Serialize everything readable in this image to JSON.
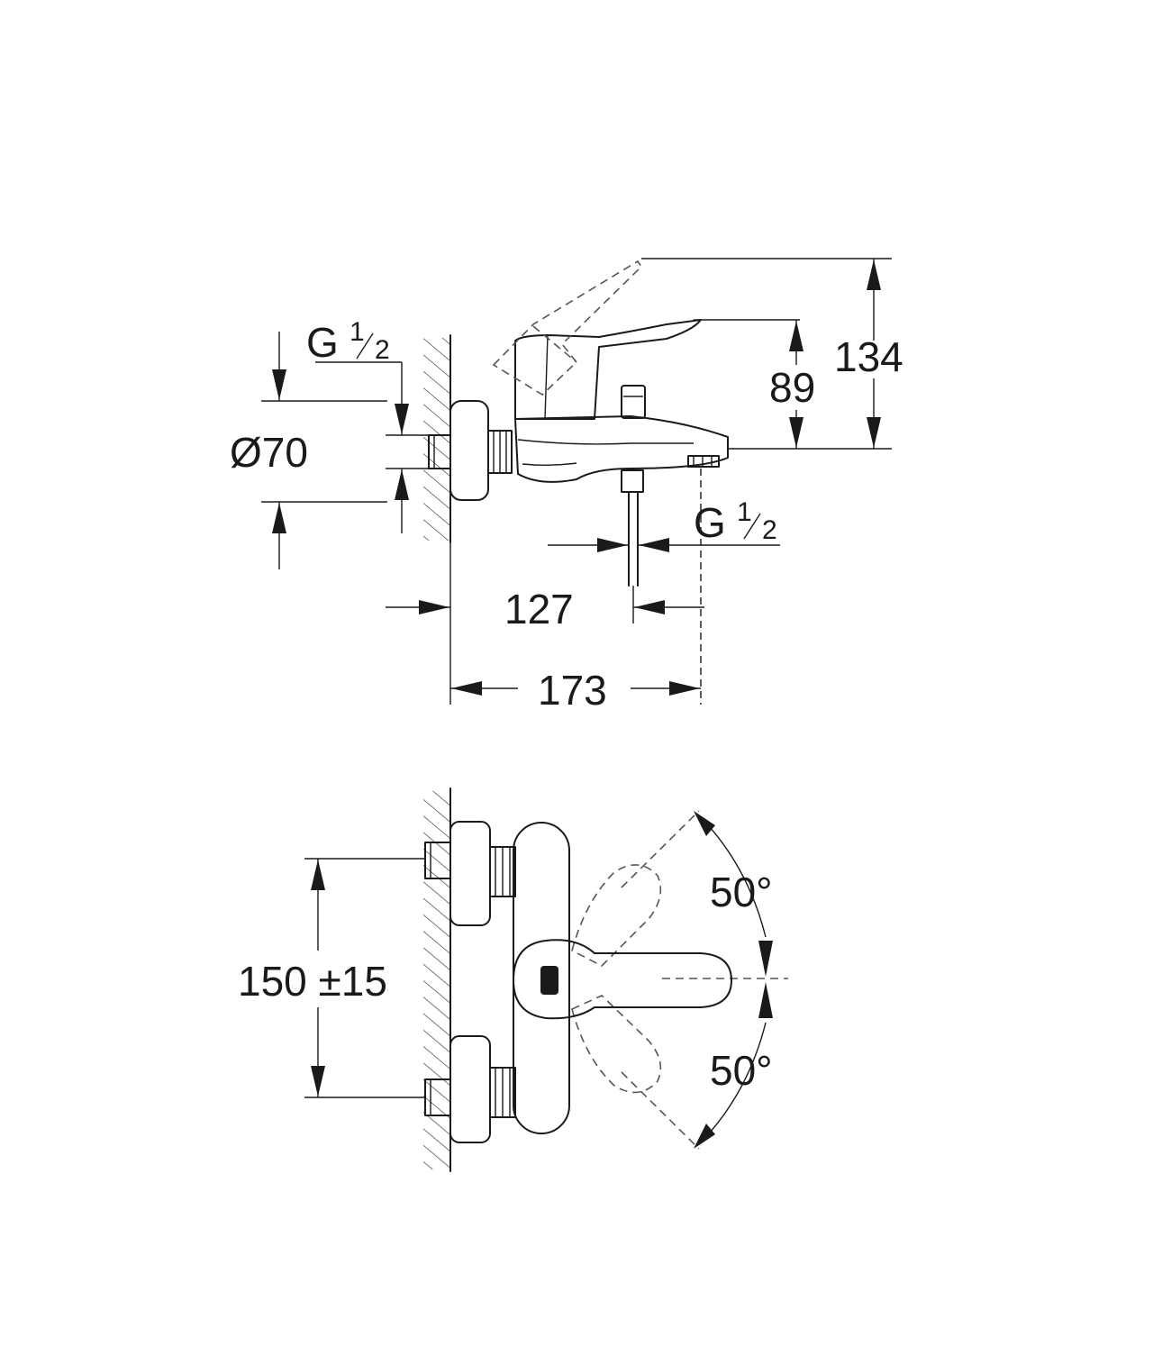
{
  "side_view": {
    "thread_inlet": {
      "letter": "G",
      "num": "1",
      "den": "2"
    },
    "thread_outlet": {
      "letter": "G",
      "num": "1",
      "den": "2"
    },
    "diameter": "Ø70",
    "height_total": "134",
    "height_spout": "89",
    "depth_spout": "127",
    "depth_total": "173"
  },
  "front_view": {
    "centers": "150 ±15",
    "angle_up": "50°",
    "angle_down": "50°"
  }
}
